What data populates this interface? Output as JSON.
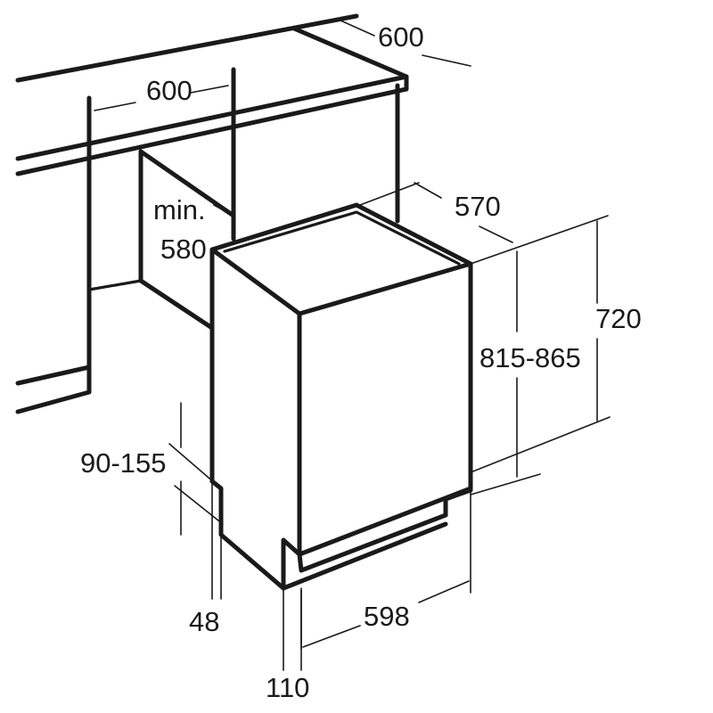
{
  "dimensions": {
    "counter_depth": "600",
    "niche_width": "600",
    "min_label": "min.",
    "min_height": "580",
    "appliance_depth": "570",
    "appliance_height": "720",
    "installation_height": "815-865",
    "plinth_height": "90-155",
    "plinth_setback": "48",
    "appliance_width": "598",
    "foot_offset": "110"
  },
  "colors": {
    "line": "#1a1a1a",
    "background": "#ffffff"
  }
}
